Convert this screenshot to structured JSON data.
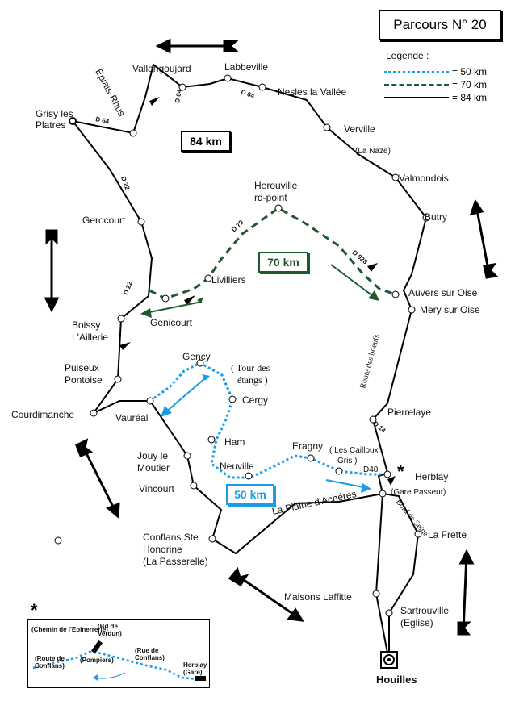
{
  "title": "Parcours N° 20",
  "legend": {
    "heading": "Legende :",
    "items": [
      {
        "label": "= 50 km",
        "color": "#1a9ce8",
        "style": "dotted"
      },
      {
        "label": "= 70 km",
        "color": "#1e5a2e",
        "style": "dashed"
      },
      {
        "label": "= 84 km",
        "color": "#000000",
        "style": "solid"
      }
    ]
  },
  "boxes": {
    "km84": "84 km",
    "km70": "70 km",
    "km50": "50 km"
  },
  "colors": {
    "route50": "#1a9ce8",
    "route70": "#1e5a2e",
    "route84": "#000000"
  },
  "places": {
    "vallangoujard": "Vallangoujard",
    "labbeville": "Labbeville",
    "epiais_rhus": "Epiais-Rhus",
    "nesles": "Nesles la Vallée",
    "grisy_1": "Grisy les",
    "grisy_2": "Platres",
    "verville": "Verville",
    "la_naze": "(La Naze)",
    "valmondois": "Valmondois",
    "herouville_1": "Herouville",
    "herouville_2": "rd-point",
    "gerocourt": "Gerocourt",
    "butry": "Butry",
    "livilliers": "Livilliers",
    "auvers": "Auvers sur Oise",
    "mery": "Mery sur Oise",
    "genicourt": "Genicourt",
    "boissy_1": "Boissy",
    "boissy_2": "L'Aillerie",
    "gency": "Gency",
    "tour_1": "( Tour des",
    "tour_2": "étangs )",
    "puiseux_1": "Puiseux",
    "puiseux_2": "Pontoise",
    "cergy": "Cergy",
    "courdimanche": "Courdimanche",
    "vaureal": "Vauréal",
    "pierrelaye": "Pierrelaye",
    "ham": "Ham",
    "eragny": "Eragny",
    "cailloux_1": "( Les Cailloux",
    "cailloux_2": "Gris )",
    "jouy_1": "Jouy le",
    "jouy_2": "Moutier",
    "neuville": "Neuville",
    "herblay": "Herblay",
    "gare_passeur": "(Gare Passeur)",
    "vincourt": "Vincourt",
    "plaine": "La Plaine d'Achéres",
    "conflans_1": "Conflans Ste",
    "conflans_2": "Honorine",
    "conflans_3": "(La Passerelle)",
    "la_frette": "La Frette",
    "maisons": "Maisons Laffitte",
    "sartrouville_1": "Sartrouville",
    "sartrouville_2": "(Eglise)",
    "houilles": "Houilles"
  },
  "roads": {
    "d64a": "D 64",
    "d64b": "D 64",
    "d64c": "D 64",
    "d22a": "D 22",
    "d22b": "D 22",
    "d79": "D 79",
    "d928": "D 928",
    "d14": "D 14",
    "d48": "D48",
    "route_boeufs": "Route des boeufs",
    "bord_seine": "Bord de Seine"
  },
  "star_symbol": "*",
  "inset": {
    "chemin": "(Chemin de l'Epinerrerie)",
    "bd_verdun_1": "(Bd de",
    "bd_verdun_2": "Verdun)",
    "route_conflans_1": "(Route de",
    "route_conflans_2": "Conflans)",
    "pompiers": "(Pompiers)",
    "rue_conflans_1": "(Rue de",
    "rue_conflans_2": "Conflans)",
    "herblay_1": "Herblay",
    "herblay_2": "(Gare)"
  }
}
